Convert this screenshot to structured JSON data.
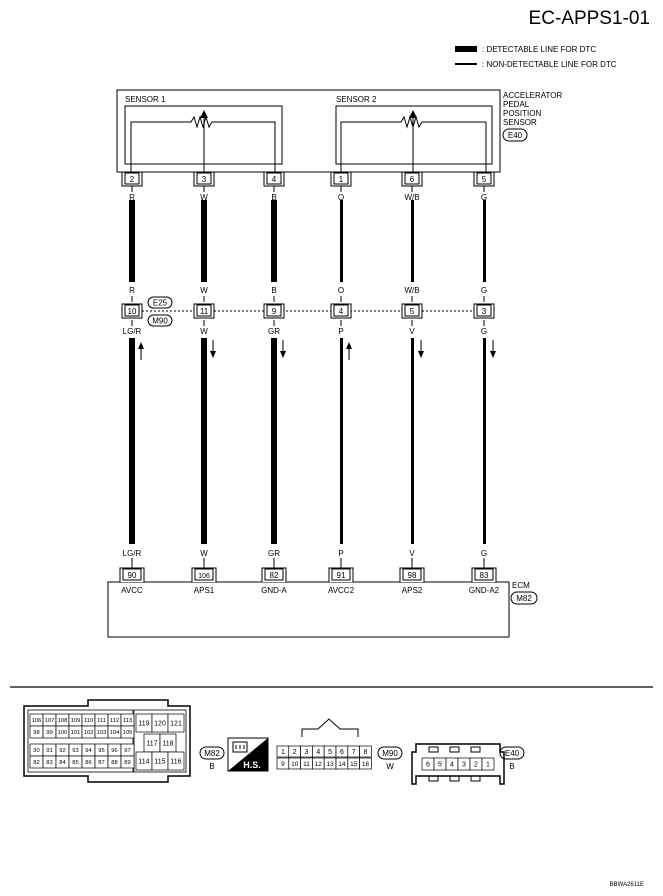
{
  "title": "EC-APPS1-01",
  "legend": {
    "detectable": ": DETECTABLE LINE FOR DTC",
    "non_detectable": ": NON-DETECTABLE LINE FOR DTC"
  },
  "sensor": {
    "label_lines": [
      "ACCELERATOR",
      "PEDAL",
      "POSITION",
      "SENSOR"
    ],
    "connector": "E40",
    "sensor1": "SENSOR 1",
    "sensor2": "SENSOR 2",
    "pins": [
      "2",
      "3",
      "4",
      "1",
      "6",
      "5"
    ]
  },
  "wire_colors_top": [
    "R",
    "W",
    "B",
    "O",
    "W/B",
    "G"
  ],
  "wire_colors_mid_top": [
    "R",
    "W",
    "B",
    "O",
    "W/B",
    "G"
  ],
  "joint": {
    "pins": [
      "10",
      "11",
      "9",
      "4",
      "5",
      "3"
    ],
    "connector_upper": "E25",
    "connector_lower": "M90"
  },
  "wire_colors_mid_bottom": [
    "LG/R",
    "W",
    "GR",
    "P",
    "V",
    "G"
  ],
  "wire_colors_bottom": [
    "LG/R",
    "W",
    "GR",
    "P",
    "V",
    "G"
  ],
  "ecm": {
    "label": "ECM",
    "connector": "M82",
    "pins": [
      "90",
      "106",
      "82",
      "91",
      "98",
      "83"
    ],
    "signals": [
      "AVCC",
      "APS1",
      "GND-A",
      "AVCC2",
      "APS2",
      "GND-A2"
    ]
  },
  "connector_views": {
    "m82": {
      "tag": "M82",
      "color": "B",
      "row1": [
        "106",
        "107",
        "108",
        "109",
        "110",
        "111",
        "112",
        "113"
      ],
      "row2": [
        "98",
        "99",
        "100",
        "101",
        "102",
        "103",
        "104",
        "105"
      ],
      "row3": [
        "90",
        "91",
        "92",
        "93",
        "94",
        "95",
        "96",
        "97"
      ],
      "row4": [
        "82",
        "83",
        "84",
        "85",
        "86",
        "87",
        "88",
        "89"
      ],
      "side_top": [
        "119",
        "120",
        "121"
      ],
      "side_mid": [
        "117",
        "118"
      ],
      "side_bot": [
        "114",
        "115",
        "116"
      ]
    },
    "hs": "H.S.",
    "m90": {
      "tag": "M90",
      "color": "W",
      "row1": [
        "1",
        "2",
        "3",
        "4",
        "5",
        "6",
        "7",
        "8"
      ],
      "row2": [
        "9",
        "10",
        "11",
        "12",
        "13",
        "14",
        "15",
        "16"
      ]
    },
    "e40": {
      "tag": "E40",
      "color": "B",
      "pins": [
        "6",
        "5",
        "4",
        "3",
        "2",
        "1"
      ]
    }
  },
  "footer_code": "BBWA2611E"
}
